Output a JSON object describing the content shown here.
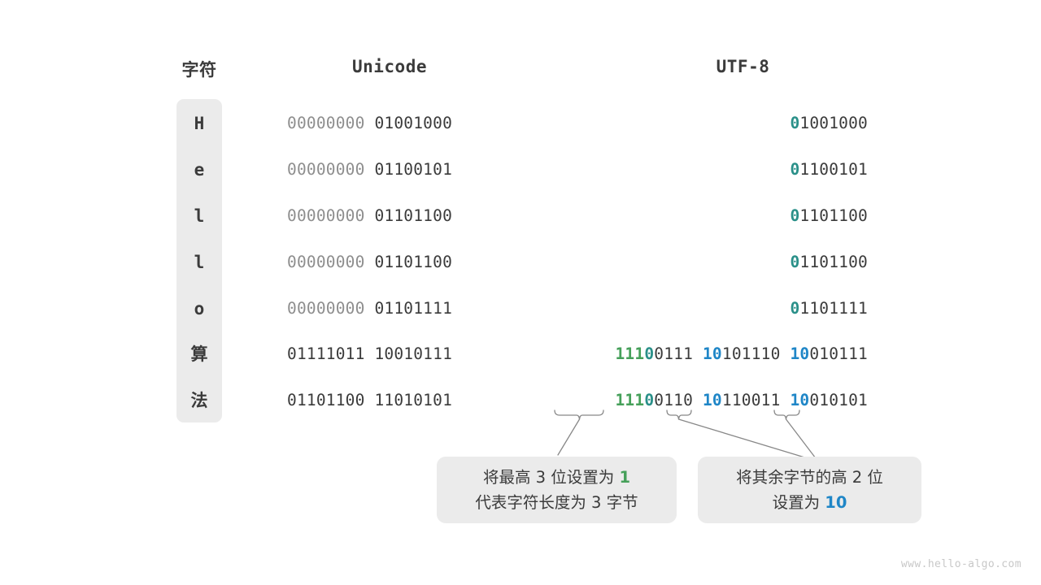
{
  "headers": {
    "character": "字符",
    "unicode": "Unicode",
    "utf8": "UTF-8"
  },
  "rows": [
    {
      "char": "H",
      "unicode_high": "00000000",
      "unicode_low": "01001000",
      "utf8_bytes": [
        {
          "prefix": "0",
          "prefix_color": "teal",
          "rest": "1001000"
        }
      ]
    },
    {
      "char": "e",
      "unicode_high": "00000000",
      "unicode_low": "01100101",
      "utf8_bytes": [
        {
          "prefix": "0",
          "prefix_color": "teal",
          "rest": "1100101"
        }
      ]
    },
    {
      "char": "l",
      "unicode_high": "00000000",
      "unicode_low": "01101100",
      "utf8_bytes": [
        {
          "prefix": "0",
          "prefix_color": "teal",
          "rest": "1101100"
        }
      ]
    },
    {
      "char": "l",
      "unicode_high": "00000000",
      "unicode_low": "01101100",
      "utf8_bytes": [
        {
          "prefix": "0",
          "prefix_color": "teal",
          "rest": "1101100"
        }
      ]
    },
    {
      "char": "o",
      "unicode_high": "00000000",
      "unicode_low": "01101111",
      "utf8_bytes": [
        {
          "prefix": "0",
          "prefix_color": "teal",
          "rest": "1101111"
        }
      ]
    },
    {
      "char": "算",
      "unicode_high": "01111011",
      "unicode_low": "10010111",
      "utf8_bytes": [
        {
          "prefix": "111",
          "prefix_color": "green",
          "prefix2": "0",
          "prefix2_color": "teal",
          "rest": "0111"
        },
        {
          "prefix": "10",
          "prefix_color": "blue",
          "rest": "101110"
        },
        {
          "prefix": "10",
          "prefix_color": "blue",
          "rest": "010111"
        }
      ]
    },
    {
      "char": "法",
      "unicode_high": "01101100",
      "unicode_low": "11010101",
      "utf8_bytes": [
        {
          "prefix": "111",
          "prefix_color": "green",
          "prefix2": "0",
          "prefix2_color": "teal",
          "rest": "0110"
        },
        {
          "prefix": "10",
          "prefix_color": "blue",
          "rest": "110011"
        },
        {
          "prefix": "10",
          "prefix_color": "blue",
          "rest": "010101"
        }
      ]
    }
  ],
  "callouts": {
    "left": {
      "line1_a": "将最高 ",
      "line1_b": "3",
      "line1_c": " 位设置为 ",
      "line1_d": "1",
      "line2": "代表字符长度为 3 字节"
    },
    "right": {
      "line1": "将其余字节的高 2 位",
      "line2_a": "设置为 ",
      "line2_b": "10"
    }
  },
  "watermark": "www.hello-algo.com",
  "colors": {
    "green": "#46a05a",
    "blue": "#1f86c7",
    "teal": "#2a9089",
    "dark": "#3b3b3b",
    "dim": "#8e8e8e",
    "panel": "#ebebeb"
  }
}
